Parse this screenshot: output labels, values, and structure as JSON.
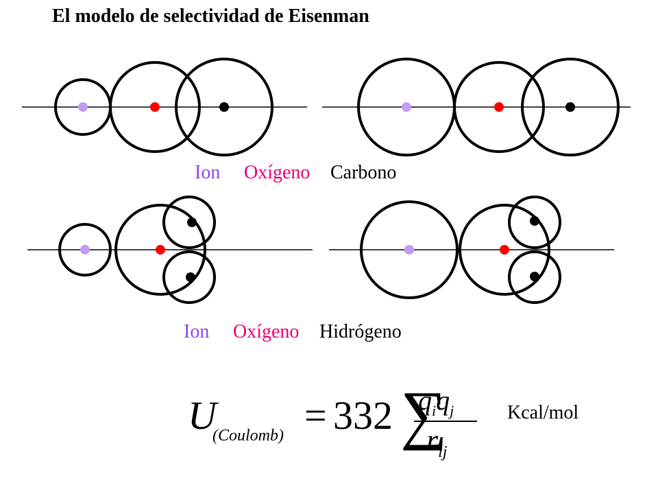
{
  "title": "El modelo de selectividad de Eisenman",
  "colors": {
    "ion": "#8e44f0",
    "oxygen": "#e8007a",
    "carbon": "#000000",
    "hydrogen": "#000000",
    "ion_fill": "#c39bf0",
    "oxygen_fill": "#ff0000",
    "atom_fill": "#000000",
    "stroke": "#000000"
  },
  "labels_row1": {
    "ion": "Ion",
    "oxygen": "Oxígeno",
    "other": "Carbono"
  },
  "labels_row2": {
    "ion": "Ion",
    "oxygen": "Oxígeno",
    "other": "Hidrógeno"
  },
  "formula": {
    "lhs": "U",
    "subscript": "(Coulomb)",
    "equals": "=",
    "constant": "332",
    "sum": "∑",
    "num_q1": "q",
    "num_i": "i",
    "num_q2": "q",
    "num_j": "j",
    "den_r": "r",
    "den_ij": "ij",
    "units": "Kcal/mol"
  }
}
